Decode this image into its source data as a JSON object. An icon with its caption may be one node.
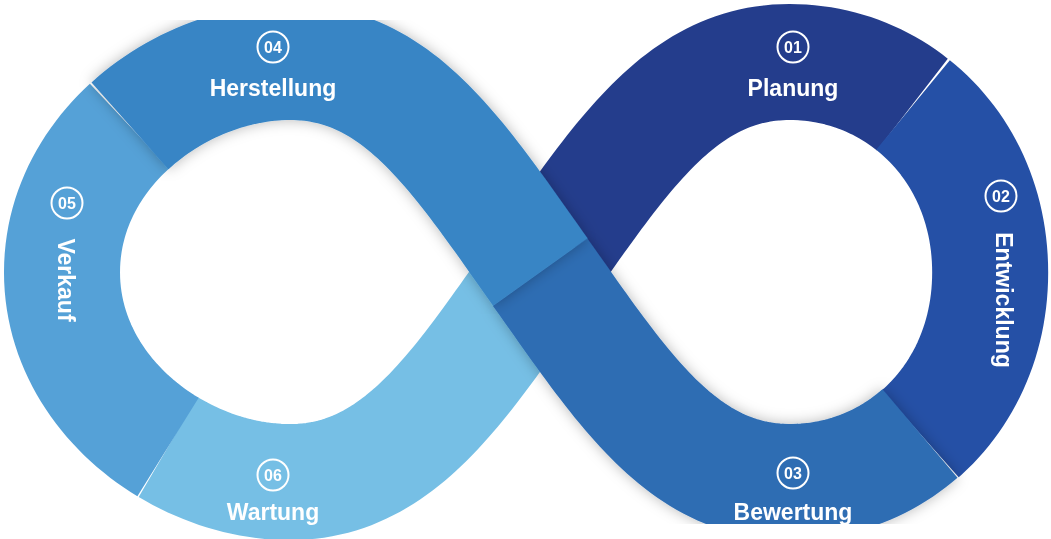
{
  "diagram": {
    "nodes": [
      {
        "text": [
          "01",
          "Planung"
        ]
      },
      {
        "text": [
          "02",
          "Entwicklung"
        ]
      },
      {
        "text": [
          "03",
          "Bewertung"
        ]
      },
      {
        "text": [
          "04",
          "Herstellung"
        ]
      },
      {
        "text": [
          "05",
          "Verkauf"
        ]
      },
      {
        "text": [
          "06",
          "Wartung"
        ]
      }
    ]
  }
}
